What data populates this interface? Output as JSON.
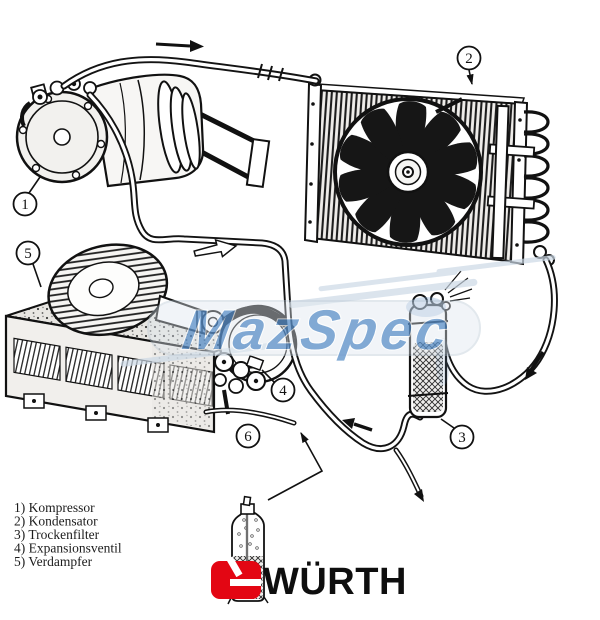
{
  "watermark": {
    "text": "MazSpec",
    "blue": "#4e86c4",
    "streak_grey": "#ccd9e6"
  },
  "legend": {
    "items": [
      "1) Kompressor",
      "2) Kondensator",
      "3) Trockenfilter",
      "4) Expansionsventil",
      "5) Verdampfer"
    ]
  },
  "callouts": [
    "1",
    "2",
    "3",
    "4",
    "5",
    "6"
  ],
  "logo": {
    "text": "WÜRTH",
    "red": "#e30613"
  },
  "colors": {
    "ink": "#111111",
    "tint_blue": "#6f9dc9"
  },
  "icons": {
    "flow-arrow": "solid black arrow along hose",
    "flow-arrow-outline": "hollow outline arrow",
    "spray-can": "line-art aerosol can, dotted top half, hatched bottom half",
    "wuerth-emblem": "red interlocking screw-head mark"
  }
}
